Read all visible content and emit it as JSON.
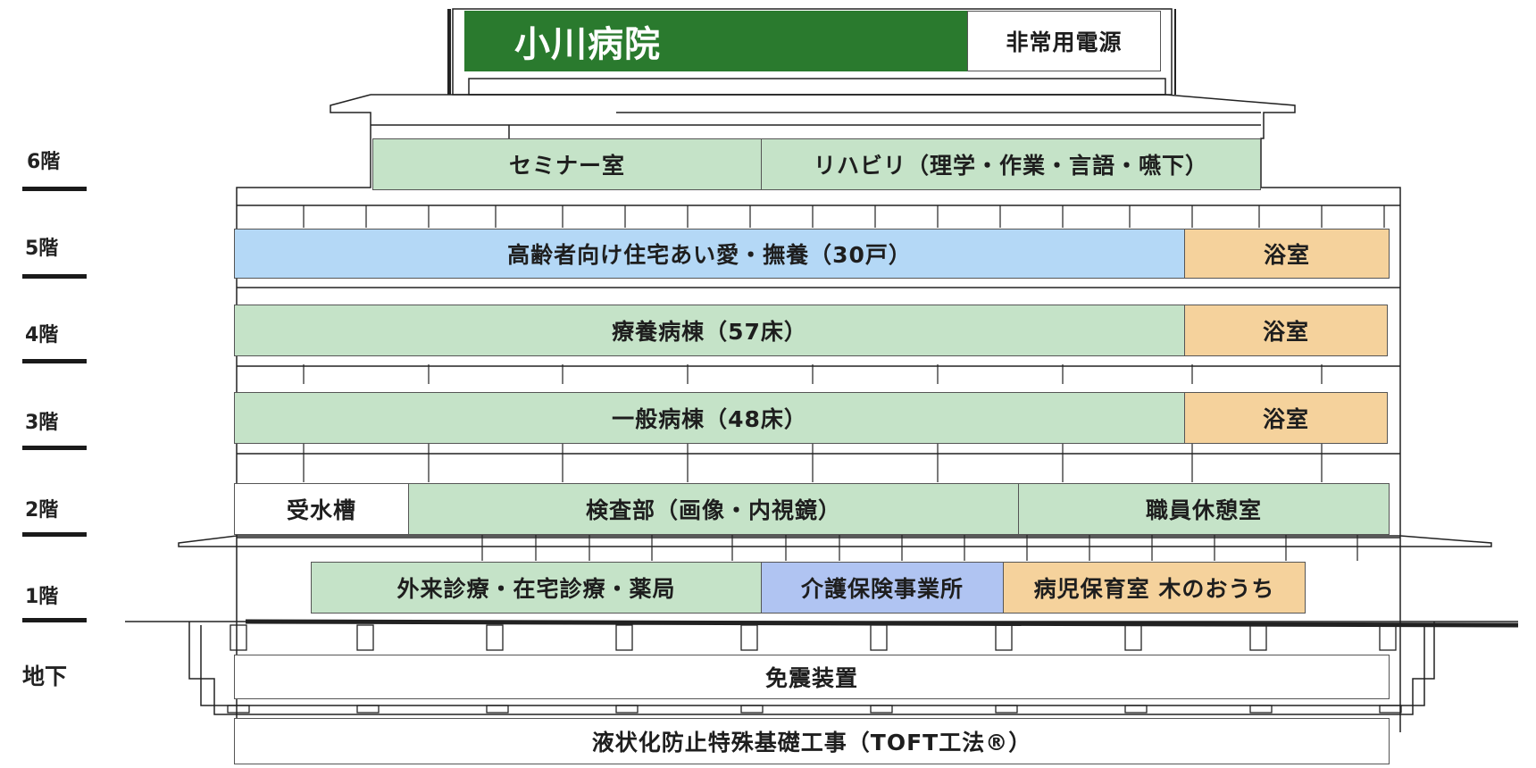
{
  "roof": {
    "hospital_name": "小川病院",
    "power": "非常用電源"
  },
  "floor_labels": [
    {
      "key": "6f",
      "label": "6階"
    },
    {
      "key": "5f",
      "label": "5階"
    },
    {
      "key": "4f",
      "label": "4階"
    },
    {
      "key": "3f",
      "label": "3階"
    },
    {
      "key": "2f",
      "label": "2階"
    },
    {
      "key": "1f",
      "label": "1階"
    },
    {
      "key": "b",
      "label": "地下"
    }
  ],
  "rooms": {
    "f6": {
      "seminar": "セミナー室",
      "rehab": "リハビリ（理学・作業・言語・嚥下）"
    },
    "f5": {
      "housing": "高齢者向け住宅あい愛・撫養（30戸）",
      "bath": "浴室"
    },
    "f4": {
      "ward": "療養病棟（57床）",
      "bath": "浴室"
    },
    "f3": {
      "ward": "一般病棟（48床）",
      "bath": "浴室"
    },
    "f2": {
      "water_tank": "受水槽",
      "exam": "検査部（画像・内視鏡）",
      "staff": "職員休憩室"
    },
    "f1": {
      "outpatient": "外来診療・在宅診療・薬局",
      "care": "介護保険事業所",
      "childcare": "病児保育室 木のおうち"
    },
    "basement": {
      "isolation": "免震装置",
      "foundation": "液状化防止特殊基礎工事（TOFT工法®）"
    }
  },
  "colors": {
    "roof_green": "#2a7a2e",
    "room_green": "#c5e3c8",
    "room_blue": "#b4d8f6",
    "room_purple": "#b0c4f2",
    "room_orange": "#f5d29c"
  }
}
